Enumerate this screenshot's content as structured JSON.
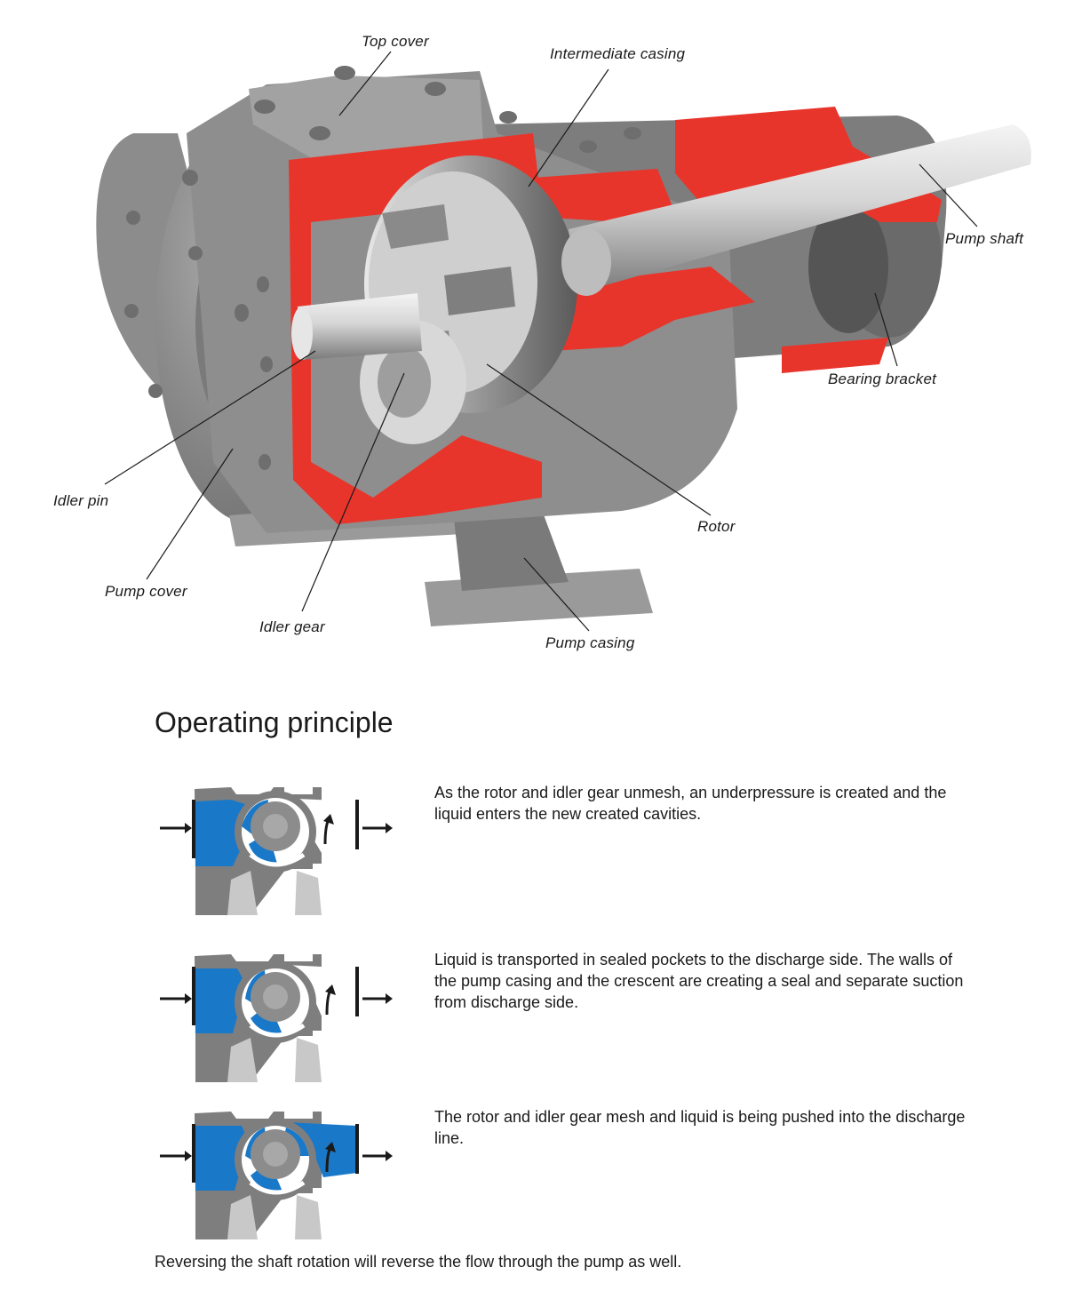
{
  "callouts": {
    "top_cover": "Top cover",
    "intermediate_casing": "Intermediate casing",
    "pump_shaft": "Pump shaft",
    "bearing_bracket": "Bearing bracket",
    "idler_pin": "Idler pin",
    "rotor": "Rotor",
    "pump_cover": "Pump cover",
    "idler_gear": "Idler gear",
    "pump_casing": "Pump casing"
  },
  "section_title": "Operating principle",
  "steps": [
    {
      "text": "As the rotor and idler gear unmesh, an underpressure is created and the liquid enters the new created cavities."
    },
    {
      "text": "Liquid is transported in sealed pockets to the discharge side. The walls of the pump casing and the crescent are creating a seal and separate suction from discharge side."
    },
    {
      "text": "The rotor and idler gear mesh and liquid is being pushed into the discharge line."
    }
  ],
  "footer_note": "Reversing the shaft rotation will reverse the flow through the pump as well.",
  "colors": {
    "cutaway_red": "#e8352b",
    "casting_grey": "#8a8a8a",
    "liquid_blue": "#1a78c8",
    "schematic_grey": "#8c8c8c",
    "schematic_light_grey": "#c8c8c8"
  }
}
